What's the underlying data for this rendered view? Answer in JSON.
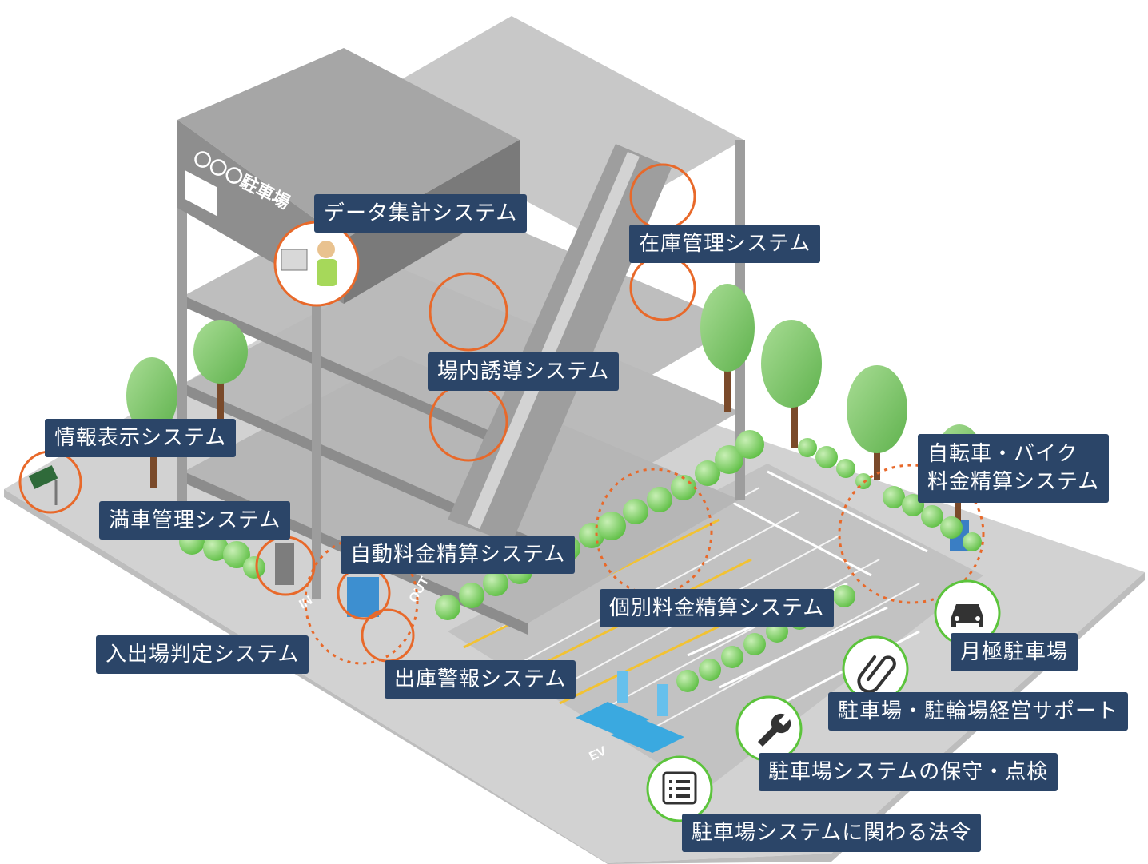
{
  "building": {
    "sign": "〇〇〇駐車場"
  },
  "floor_marks": {
    "in": "IN",
    "out": "OUT",
    "ev": "EV"
  },
  "labels": {
    "data_system": "データ集計システム",
    "inventory_system": "在庫管理システム",
    "guidance_system": "場内誘導システム",
    "info_display_system": "情報表示システム",
    "full_management_system": "満車管理システム",
    "auto_payment_system": "自動料金精算システム",
    "individual_payment_system": "個別料金精算システム",
    "entry_exit_system": "入出場判定システム",
    "exit_alarm_system": "出庫警報システム",
    "bike_payment_line1": "自転車・バイク",
    "bike_payment_line2": "料金精算システム",
    "monthly_parking": "月極駐車場",
    "management_support": "駐車場・駐輪場経営サポート",
    "maintenance": "駐車場システムの保守・点検",
    "laws": "駐車場システムに関わる法令"
  },
  "colors": {
    "label_bg": "#2b4568",
    "system_ring": "#e8692a",
    "service_ring": "#5cc43c",
    "tree": "#7cc86a",
    "trunk": "#7a4a2a",
    "ground": "#cfcfcf",
    "building": "#9a9a9a",
    "ev_pad": "#3aa9e0"
  },
  "icons": {
    "monthly": "car-icon",
    "support": "paperclip-icon",
    "maintenance": "wrench-icon",
    "laws": "list-icon",
    "data": "operator-icon"
  }
}
